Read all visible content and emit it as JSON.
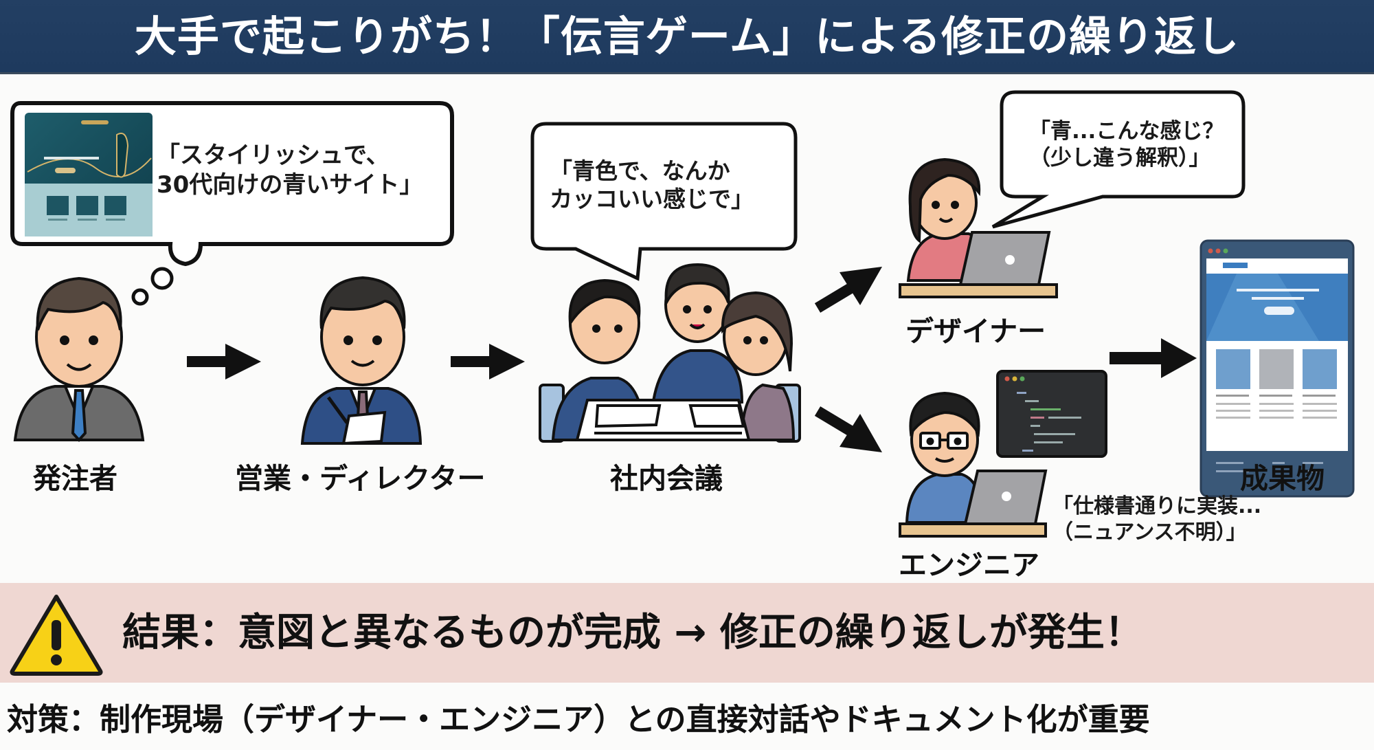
{
  "header": {
    "title": "大手で起こりがち！「伝言ゲーム」による修正の繰り返し",
    "background_color": "#1f3b5f"
  },
  "flow": {
    "client": {
      "label": "発注者",
      "thought": [
        "「スタイリッシュで、",
        "30代向けの青いサイト」"
      ],
      "thought_image": "premium-teal-website-mockup"
    },
    "sales": {
      "label": "営業・ディレクター"
    },
    "meeting": {
      "label": "社内会議",
      "speech": [
        "「青色で、なんか",
        "カッコいい感じで」"
      ]
    },
    "designer": {
      "label": "デザイナー",
      "speech": [
        "「青...こんな感じ？",
        "（少し違う解釈）」"
      ]
    },
    "engineer": {
      "label": "エンジニア",
      "speech": [
        "「仕様書通りに実装...",
        "（ニュアンス不明）」"
      ]
    },
    "deliverable": {
      "label": "成果物"
    },
    "arrow_icon": "right-arrow-icon"
  },
  "result": {
    "icon": "warning-icon",
    "text": "結果：意図と異なるものが完成 → 修正の繰り返しが発生！",
    "background_color": "#efd7d2",
    "icon_color": "#f7d117"
  },
  "countermeasure": {
    "text": "対策：制作現場（デザイナー・エンジニア）との直接対話やドキュメント化が重要"
  }
}
